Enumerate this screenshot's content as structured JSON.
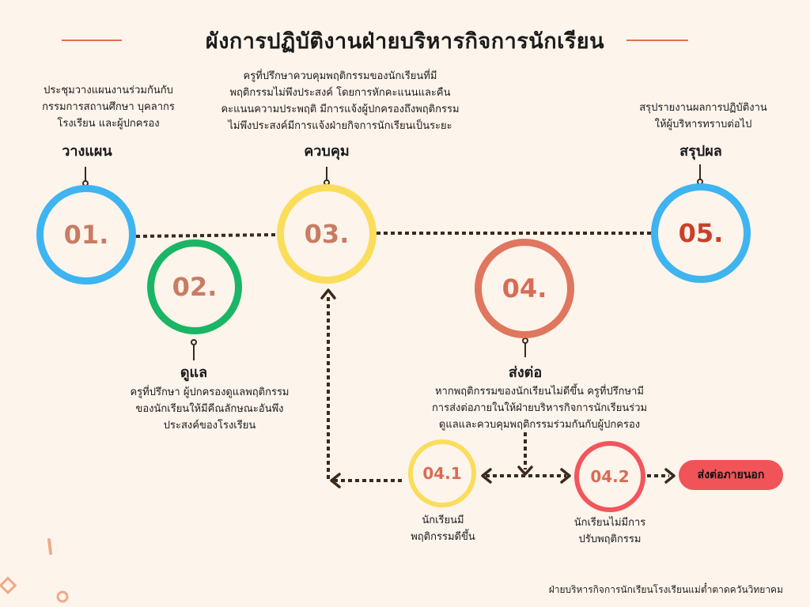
{
  "title": "ผังการปฏิบัติงานฝ่ายบริหารกิจการนักเรียน",
  "steps": [
    {
      "num": "01.",
      "label": "วางแผน",
      "desc": [
        "ประชุมวางแผนงานร่วมกันกับ",
        "กรรมการสถานศึกษา บุคลากร",
        "โรงเรียน และผู้ปกครอง"
      ]
    },
    {
      "num": "02.",
      "label": "ดูแล",
      "desc": [
        "ครูที่ปรึกษา ผู้ปกครองดูแลพฤติกรรม",
        "ของนักเรียนให้มีคีณลักษณะอันพึง",
        "ประสงค์ของโรงเรียน"
      ]
    },
    {
      "num": "03.",
      "label": "ควบคุม",
      "desc": [
        "ครูที่ปรึกษาควบคุมพฤติกรรมของนักเรียนที่มี",
        "พฤติกรรมไม่พึงประสงค์ โดยการหักคะแนนและคืน",
        "คะแนนความประพฤติ มีการแจ้งผู้ปกครองถึงพฤติกรรม",
        "ไม่พึงประสงค์มีการแจ้งฝ่ายกิจการนักเรียนเป็นระยะ"
      ]
    },
    {
      "num": "04.",
      "label": "ส่งต่อ",
      "desc": [
        "หากพฤติกรรมของนักเรียนไม่ดีขึ้น ครูที่ปรึกษามี",
        "การส่งต่อภายในให้ฝ่ายบริหารกิจการนักเรียนร่วม",
        "ดูแลและควบคุมพฤติกรรมร่วมกันกับผู้ปกครอง"
      ]
    },
    {
      "num": "05.",
      "label": "สรุปผล",
      "desc": [
        "สรุปรายงานผลการปฏิบัติงาน",
        "ให้ผู้บริหารทราบต่อไป"
      ]
    }
  ],
  "substeps": [
    {
      "num": "04.1",
      "desc": [
        "นักเรียนมี",
        "พฤติกรรมดีขึ้น"
      ]
    },
    {
      "num": "04.2",
      "desc": [
        "นักเรียนไม่มีการ",
        "ปรับพฤติกรรม"
      ]
    }
  ],
  "external_label": "ส่งต่อภายนอก",
  "footer": "ฝ่ายบริหารกิจการนักเรียนโรงเรียนแม่ต๋ำตาดควันวิทยาคม",
  "colors": {
    "background": "#fdf4ec",
    "accent_line": "#e0704f",
    "blue": "#3eb4f0",
    "green": "#1ab565",
    "yellow": "#fadd5b",
    "salmon": "#e0765e",
    "red": "#f2555b",
    "pill": "#f05458",
    "connector": "#3a2a1c"
  }
}
